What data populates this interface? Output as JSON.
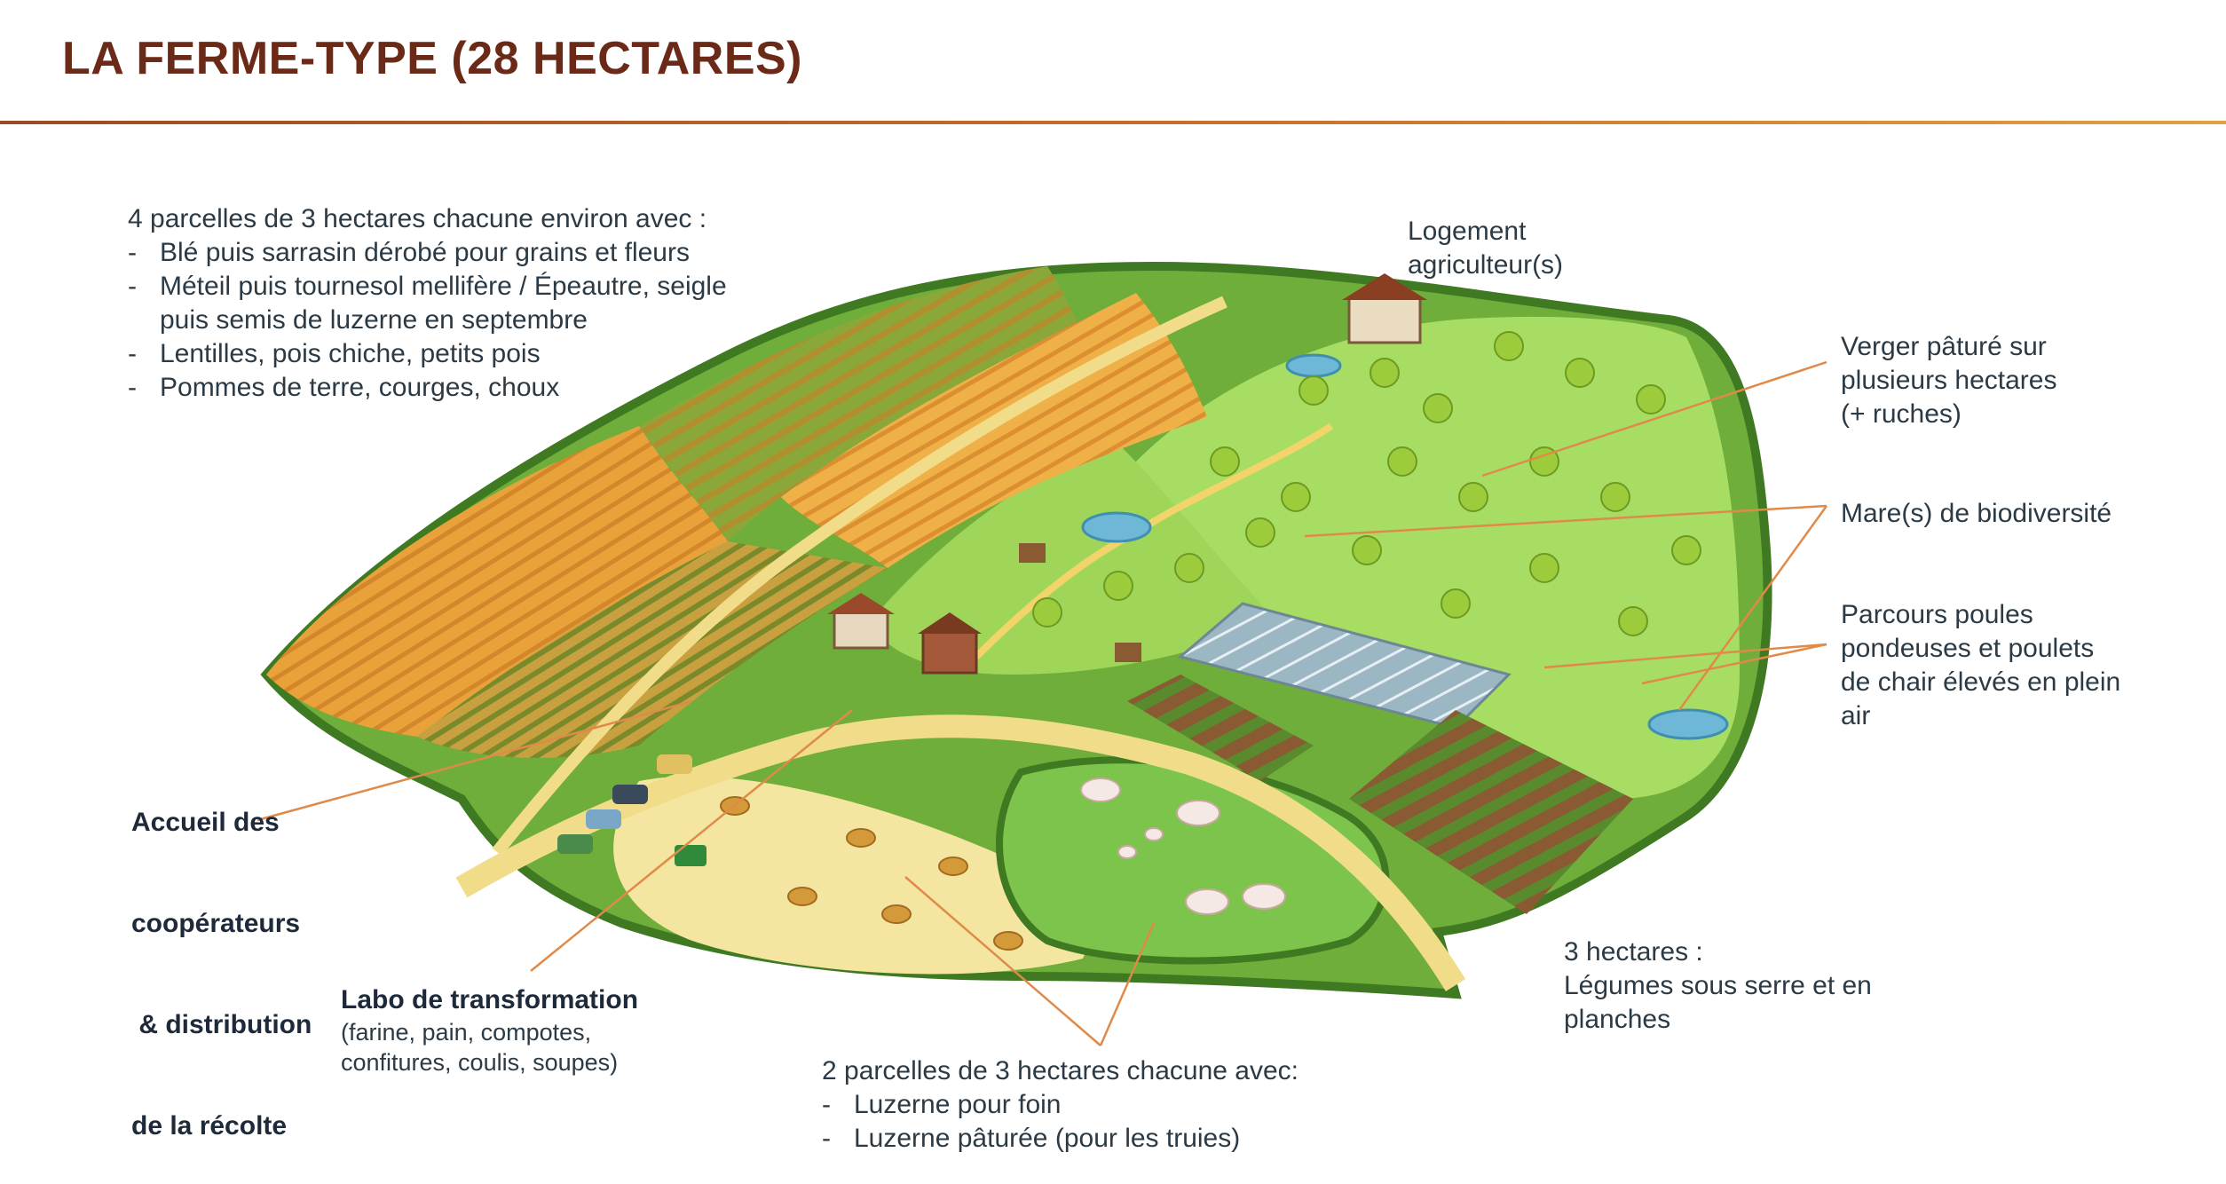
{
  "title": "LA FERME-TYPE (28 HECTARES)",
  "colors": {
    "title": "#6b2a17",
    "rule": "#c8702c",
    "leader": "#e08a4a",
    "text": "#2b3a44",
    "wheat": "#e9a23a",
    "grass": "#8ccf4a",
    "hay": "#f4e6a0"
  },
  "labels": {
    "parcelles_cereales": {
      "intro": "4 parcelles de 3 hectares chacune environ avec :",
      "items": [
        "Blé puis sarrasin dérobé pour grains et fleurs",
        "Méteil puis tournesol mellifère / Épeautre, seigle puis semis de luzerne en septembre",
        "Lentilles, pois chiche, petits pois",
        "Pommes de terre, courges, choux"
      ]
    },
    "logement": {
      "line1": "Logement",
      "line2": "agriculteur(s)"
    },
    "verger": {
      "line1": "Verger pâturé sur",
      "line2": "plusieurs hectares",
      "line3": "(+ ruches)"
    },
    "mare": {
      "text": "Mare(s) de biodiversité"
    },
    "parcours": {
      "line1": "Parcours poules",
      "line2": "pondeuses et poulets",
      "line3": "de chair élevés en plein",
      "line4": "air"
    },
    "accueil": {
      "line1": "Accueil des",
      "line2": "coopérateurs",
      "line3": " & distribution",
      "line4": "de la récolte"
    },
    "labo": {
      "heading": "Labo de transformation",
      "line1": "(farine, pain, compotes,",
      "line2": "confitures, coulis, soupes)"
    },
    "legumes": {
      "line1": "3 hectares :",
      "line2": "Légumes sous serre et en",
      "line3": "planches"
    },
    "luzerne": {
      "intro": "2 parcelles de 3 hectares chacune avec:",
      "items": [
        "Luzerne pour foin",
        "Luzerne pâturée (pour les truies)"
      ]
    }
  }
}
